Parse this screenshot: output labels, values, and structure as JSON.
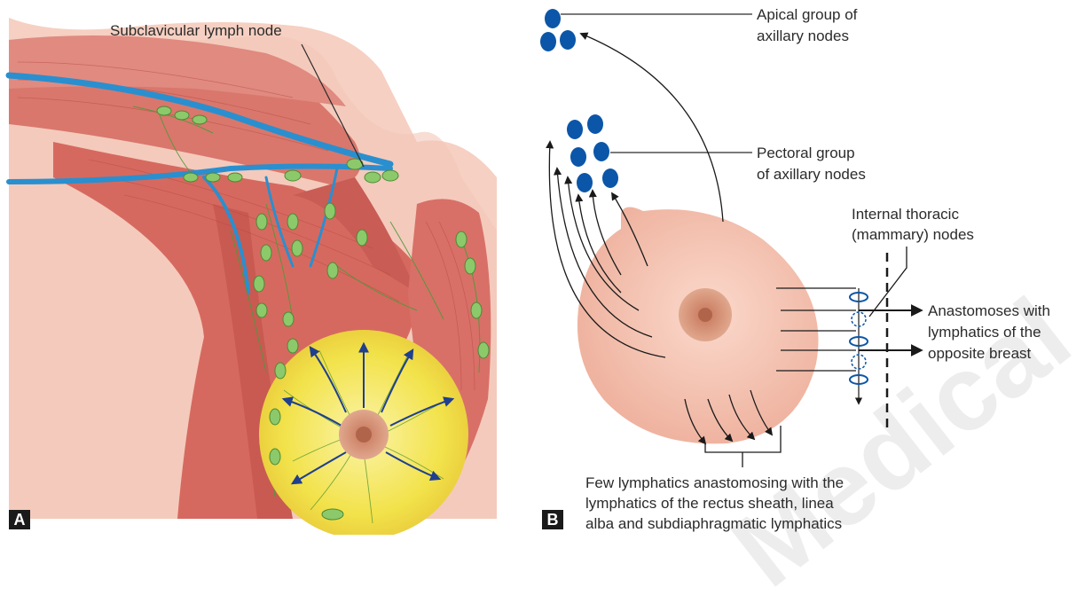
{
  "panel_a": {
    "letter": "A",
    "label_subclavicular": "Subclavicular lymph node"
  },
  "panel_b": {
    "letter": "B",
    "label_apical_line1": "Apical group of",
    "label_apical_line2": "axillary nodes",
    "label_pectoral_line1": "Pectoral group",
    "label_pectoral_line2": "of axillary nodes",
    "label_internal_line1": "Internal thoracic",
    "label_internal_line2": "(mammary) nodes",
    "label_anastomoses_line1": "Anastomoses with",
    "label_anastomoses_line2": "lymphatics of the",
    "label_anastomoses_line3": "opposite breast",
    "label_few_line1": "Few lymphatics anastomosing with the",
    "label_few_line2": "lymphatics of the rectus sheath, linea",
    "label_few_line3": "alba and subdiaphragmatic lymphatics"
  },
  "watermark": "Medical",
  "colors": {
    "muscle": "#d8736a",
    "vessel": "#2a8fcf",
    "node": "#8cc96b",
    "gland": "#f2e24a",
    "skin": "#f4c3b3",
    "dark_node": "#0b56a8"
  }
}
